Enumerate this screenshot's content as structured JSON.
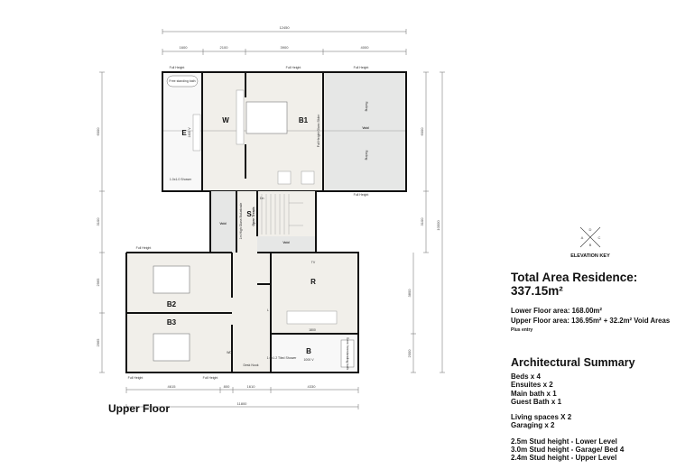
{
  "plan": {
    "title": "Upper Floor",
    "rooms": {
      "ensuite": "E",
      "wardrobe": "W",
      "bed1": "B1",
      "bed2": "B2",
      "bed3": "B3",
      "rumpus": "R",
      "bath": "B",
      "stair": "S"
    },
    "void_labels": {
      "main": "Void",
      "left": "Void",
      "stair": "Void"
    },
    "notes": {
      "full_height": "Full Height",
      "freestanding_bath": "Free standing bath",
      "shower_ensuite": "1.0x1.0 Shower",
      "vanity": "1400 V",
      "railing": "Railing",
      "balustrade": "1m High Glass Balustrade",
      "full_height_glass": "Full Height Glass Slider",
      "open_treads": "Open Treads",
      "dn": "Dn",
      "tv": "TV",
      "desk_nook": "Desk Nook",
      "tiled_shower": "1.0x1.2 Tiled Shower",
      "vanity_bath": "1000 V",
      "bath_tub": "Semi freestanding bath",
      "l": "L",
      "wd": "WD",
      "tv_unit": "1800"
    },
    "dims_top": {
      "overall": "12450",
      "segments": [
        "1600",
        "2100",
        "3900",
        "4000"
      ]
    },
    "dims_bottom": {
      "overall": "11800",
      "segments": [
        "4615",
        "800",
        "1610",
        "4330"
      ]
    },
    "dims_left": [
      "6000",
      "3100",
      "2965",
      "2965"
    ],
    "dims_right": [
      "6000",
      "3100",
      "10000",
      "3800",
      "2000"
    ]
  },
  "elevation_key": {
    "title": "ELEVATION KEY",
    "letters": {
      "top": "D",
      "left": "A",
      "right": "C",
      "bottom": "B"
    }
  },
  "areas": {
    "total": "Total Area Residence: 337.15m²",
    "lower": "Lower Floor area: 168.00m²",
    "upper": "Upper Floor area:  136.95m² + 32.2m² Void Areas",
    "note": "Plus entry"
  },
  "summary": {
    "title": "Architectural Summary",
    "group1": [
      "Beds x 4",
      "Ensuites x 2",
      "Main bath x 1",
      "Guest Bath x 1"
    ],
    "group2": [
      "Living spaces X 2",
      "Garaging x  2"
    ],
    "group3": [
      "2.5m Stud height - Lower Level",
      "3.0m Stud height - Garage/ Bed 4",
      "2.4m Stud height - Upper Level"
    ]
  },
  "colors": {
    "floor": "#f1efea",
    "void": "#e6e7e6",
    "wall": "#111111",
    "tile": "#f8f8f8"
  }
}
